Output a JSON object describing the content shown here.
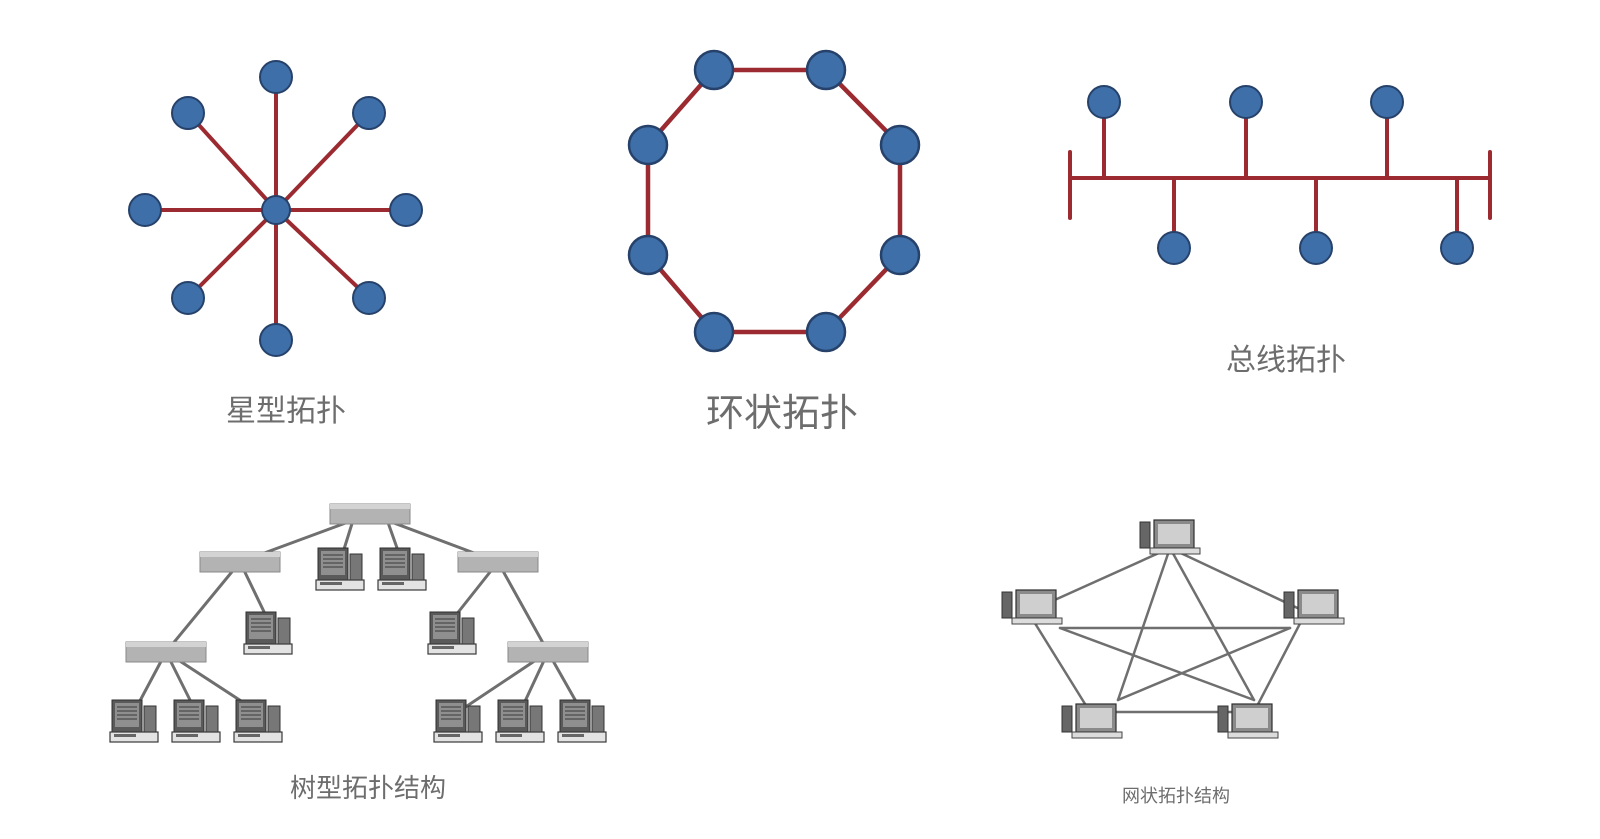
{
  "captions": {
    "star": "星型拓扑",
    "ring": "环状拓扑",
    "bus": "总线拓扑",
    "tree": "树型拓扑结构",
    "mesh": "网状拓扑结构"
  },
  "colors": {
    "node_fill": "#3f6fa8",
    "node_stroke": "#26426b",
    "link": "#9b2b30",
    "device_link": "#6f6f6f",
    "switch_fill": "#b3b3b3",
    "caption": "#6d6d6d"
  },
  "icons": {
    "host": "computer-icon",
    "switch": "switch-icon"
  }
}
